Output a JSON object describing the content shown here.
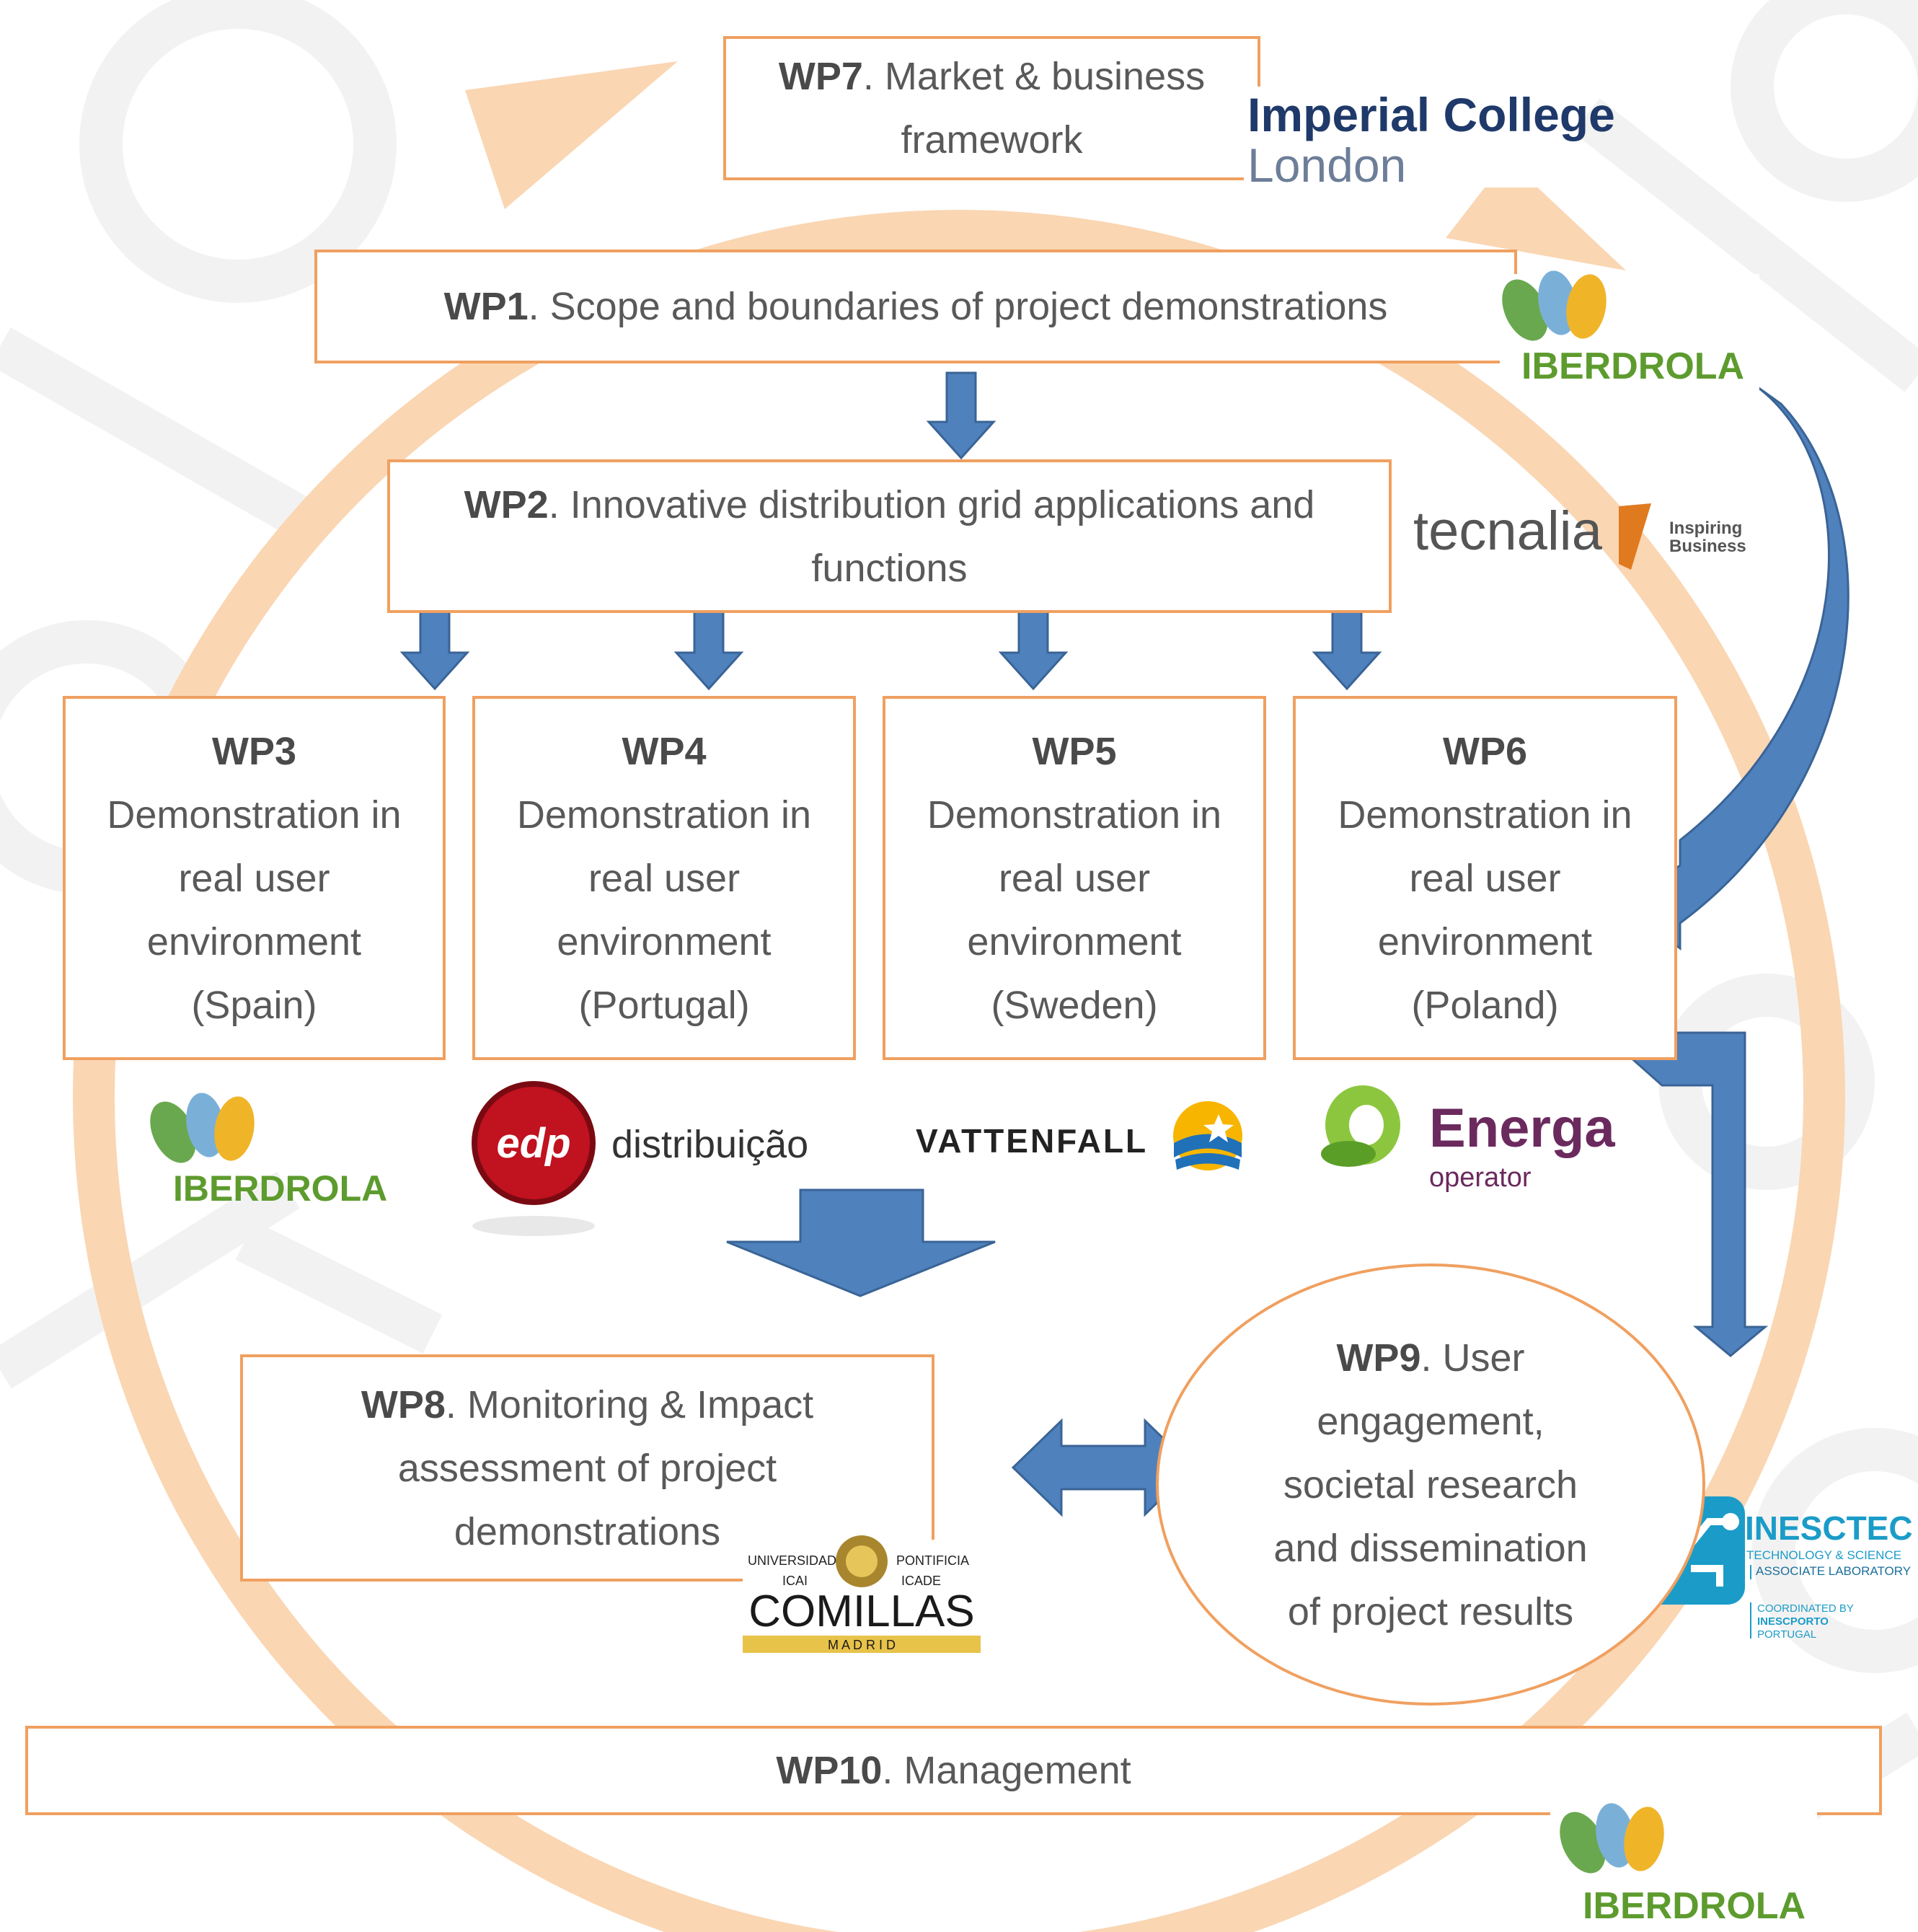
{
  "colors": {
    "ring": "#fad6b3",
    "box_border": "#f0a060",
    "arrow_fill": "#4f81bd",
    "arrow_stroke": "#3a6496",
    "iberdrola_green": "#5d9b2e",
    "imperial_blue": "#1f3a6a",
    "edp_red": "#c1121f",
    "energa_purple": "#6b2a5e",
    "inesc_teal": "#1b9cc8"
  },
  "wp7": {
    "code": "WP7",
    "text": ". Market & business framework"
  },
  "wp1": {
    "code": "WP1",
    "text": ". Scope and boundaries of project demonstrations"
  },
  "wp2": {
    "code": "WP2",
    "text": ". Innovative distribution grid applications and functions"
  },
  "demos": [
    {
      "code": "WP3",
      "l1": "Demonstration in",
      "l2": "real user",
      "l3": "environment",
      "l4": "(Spain)"
    },
    {
      "code": "WP4",
      "l1": "Demonstration in",
      "l2": "real user",
      "l3": "environment",
      "l4": "(Portugal)"
    },
    {
      "code": "WP5",
      "l1": "Demonstration in",
      "l2": "real user",
      "l3": "environment",
      "l4": "(Sweden)"
    },
    {
      "code": "WP6",
      "l1": "Demonstration in",
      "l2": "real user",
      "l3": "environment",
      "l4": "(Poland)"
    }
  ],
  "wp8": {
    "code": "WP8",
    "text": ". Monitoring & Impact assessment of project demonstrations"
  },
  "wp9": {
    "code": "WP9",
    "l1": ". User",
    "l2": "engagement,",
    "l3": "societal research",
    "l4": "and dissemination",
    "l5": "of project results"
  },
  "wp10": {
    "code": "WP10",
    "text": ". Management"
  },
  "logos": {
    "imperial": {
      "l1": "Imperial College",
      "l2": "London"
    },
    "iberdrola": "IBERDROLA",
    "tecnalia": {
      "name": "tecnalia",
      "tag1": "Inspiring",
      "tag2": "Business"
    },
    "edp": {
      "mark": "edp",
      "name": "distribuição"
    },
    "vattenfall": "VATTENFALL",
    "energa": {
      "name": "Energa",
      "sub": "operator"
    },
    "comillas": {
      "top_left": "UNIVERSIDAD",
      "top_right": "PONTIFICIA",
      "icai": "ICAI",
      "icade": "ICADE",
      "name": "COMILLAS",
      "city": "M A D R I D"
    },
    "inesctec": {
      "name": "INESCTEC",
      "sub1": "TECHNOLOGY & SCIENCE",
      "sub2": "ASSOCIATE LABORATORY",
      "c1": "COORDINATED BY",
      "c2": "INESCPORTO",
      "c3": "PORTUGAL"
    }
  }
}
